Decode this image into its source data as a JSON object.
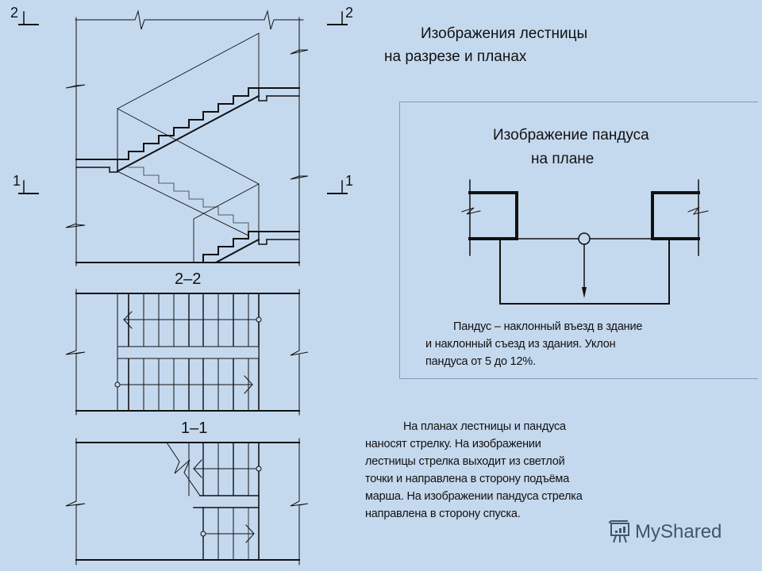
{
  "slide": {
    "background_color": "#c5d9ee",
    "line_color": "#111111"
  },
  "header": {
    "title_line1": "Изображения лестницы",
    "title_line2": "на разрезе и планах"
  },
  "section_drawing": {
    "cut_marks": {
      "top_left": "2",
      "top_right": "2",
      "mid_left": "1",
      "mid_right": "1"
    }
  },
  "plans": {
    "plan_2_2_label": "2–2",
    "plan_1_1_label": "1–1"
  },
  "ramp_panel": {
    "title_line1": "Изображение пандуса",
    "title_line2": "на плане",
    "description_lines": [
      "Пандус – наклонный въезд в здание",
      "и наклонный съезд из здания. Уклон",
      "пандуса от 5 до 12%."
    ]
  },
  "note": {
    "lines": [
      "На планах лестницы и пандуса",
      "наносят стрелку.  На изображении",
      "лестницы стрелка выходит из светлой",
      "точки и направлена в сторону подъёма",
      "марша. На изображении пандуса стрелка",
      "направлена в сторону спуска."
    ]
  },
  "watermark": {
    "text": "MyShared",
    "icon": "presentation-board-icon"
  }
}
